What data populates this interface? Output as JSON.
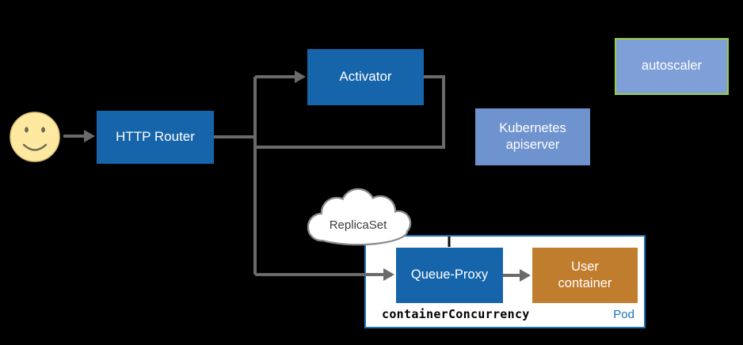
{
  "nodes": {
    "user": {
      "icon": "smiley-face"
    },
    "http_router": {
      "label": "HTTP Router"
    },
    "activator": {
      "label": "Activator"
    },
    "kubernetes_apiserver": {
      "label": "Kubernetes apiserver"
    },
    "autoscaler": {
      "label": "autoscaler"
    },
    "replicaset": {
      "label": "ReplicaSet"
    },
    "pod": {
      "label": "Pod",
      "queue_proxy": {
        "label": "Queue-Proxy"
      },
      "user_container": {
        "label": "User container"
      },
      "annotation": "containerConcurrency"
    }
  },
  "colors": {
    "background": "#000000",
    "primary_blue": "#1665ab",
    "light_blue": "#6f93ce",
    "autoscaler_fill": "#7e9fd8",
    "autoscaler_border": "#9ccd41",
    "orange": "#c17d2e",
    "line_gray": "#6a6a6a",
    "pod_border": "#1e73b8",
    "smiley_fill": "#ffe9a1",
    "cloud_text": "#3c3c3c"
  }
}
